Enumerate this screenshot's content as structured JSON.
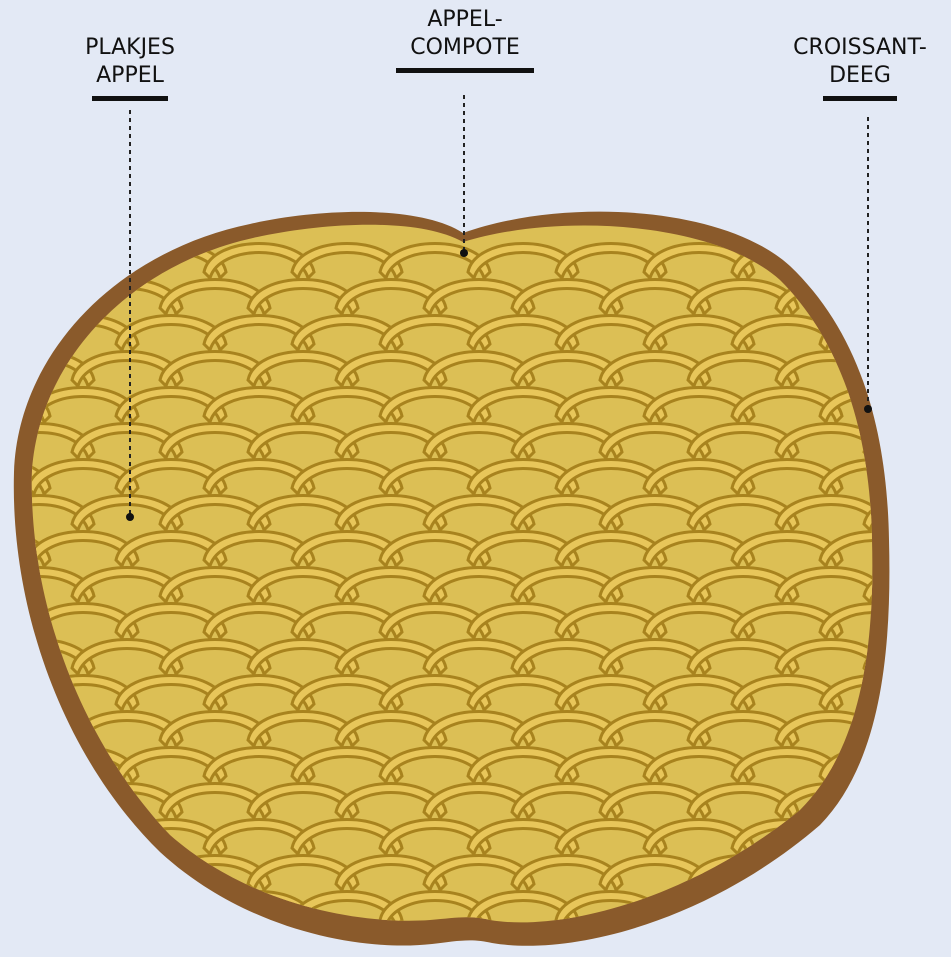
{
  "labels": {
    "apple_slices": {
      "line1": "PLAKJES",
      "line2": "APPEL"
    },
    "apple_compote": {
      "line1": "APPEL-",
      "line2": "COMPOTE"
    },
    "croissant_dough": {
      "line1": "CROISSANT-",
      "line2": "DEEG"
    }
  },
  "colors": {
    "background": "#e3e9f5",
    "dough": "#8a5a2b",
    "compote": "#dcbf55",
    "slice_fill": "#e8c65a",
    "slice_edge": "#a8831e",
    "leader_line": "#222222"
  }
}
